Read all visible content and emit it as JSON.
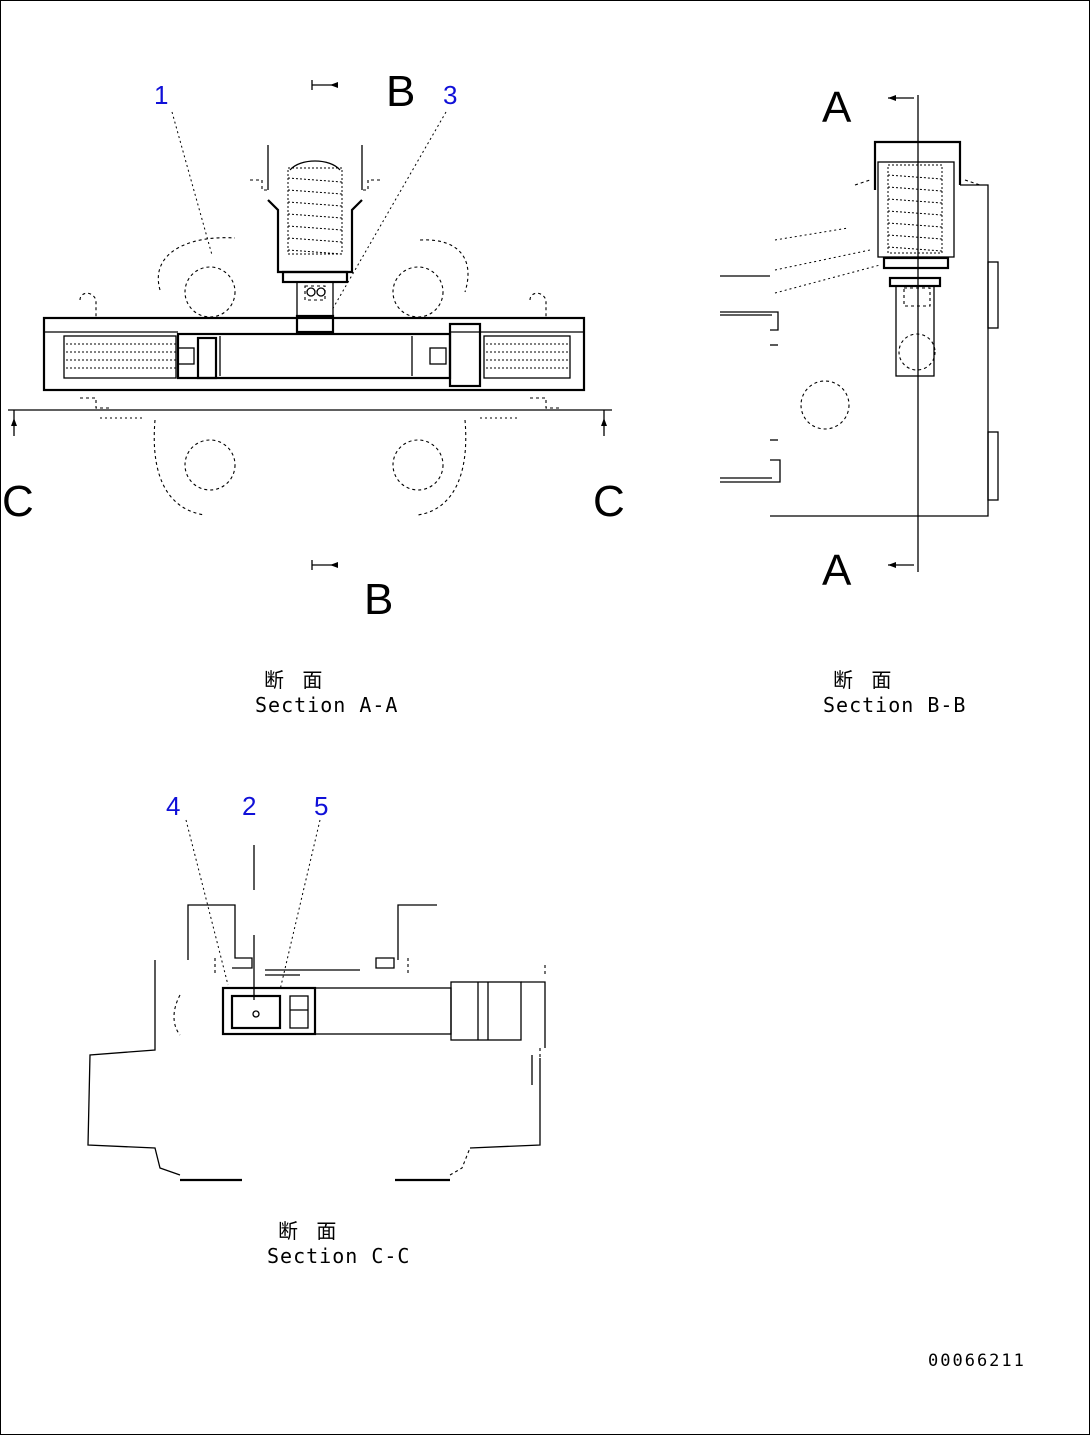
{
  "callouts": {
    "n1": "1",
    "n2": "2",
    "n3": "3",
    "n4": "4",
    "n5": "5"
  },
  "section_marks": {
    "a": "A",
    "b": "B",
    "c": "C"
  },
  "captions": {
    "aa_jp": "断 面",
    "aa_en": "Section A-A",
    "bb_jp": "断 面",
    "bb_en": "Section B-B",
    "cc_jp": "断 面",
    "cc_en": "Section C-C"
  },
  "drawing_code": "00066211",
  "colors": {
    "callout": "#1010d8",
    "line": "#000000"
  }
}
